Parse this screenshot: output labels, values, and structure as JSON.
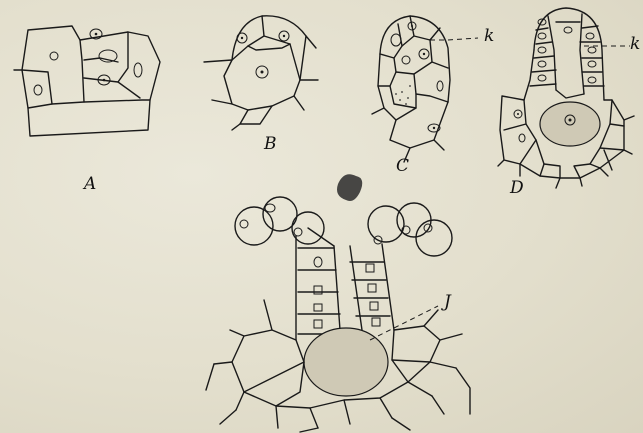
{
  "labels": {
    "panel_a": "A",
    "panel_b": "B",
    "panel_c": "C",
    "panel_d": "D",
    "k_c": "k",
    "k_d": "k",
    "j": "J"
  }
}
